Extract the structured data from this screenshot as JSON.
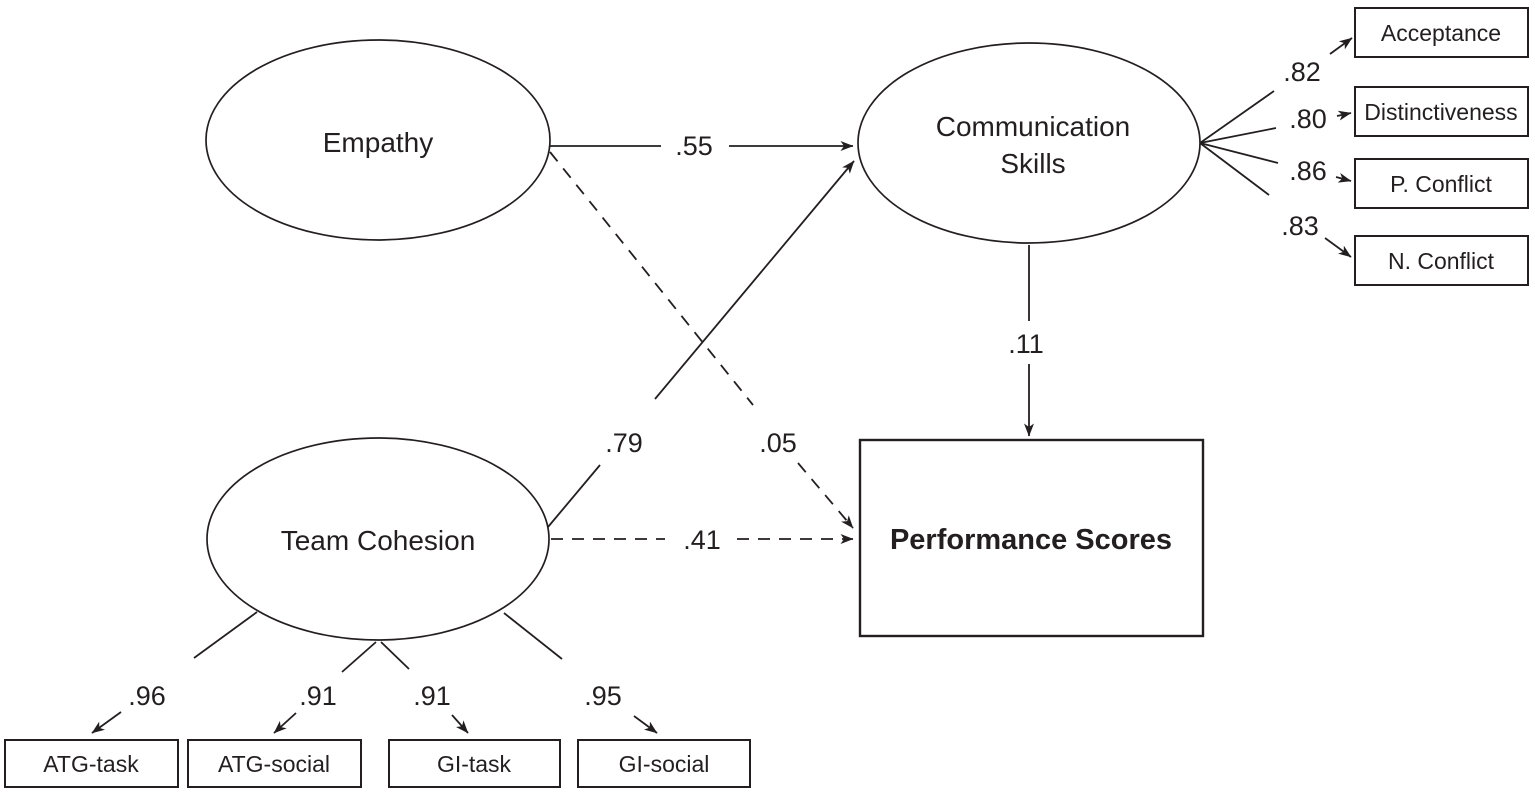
{
  "diagram": {
    "type": "structural-equation-model-path-diagram",
    "colors": {
      "ink": "#231f20",
      "background": "#ffffff"
    },
    "nodes": {
      "empathy": {
        "label": "Empathy"
      },
      "communication": {
        "label_line1": "Communication",
        "label_line2": "Skills"
      },
      "team_cohesion": {
        "label": "Team Cohesion"
      },
      "performance": {
        "label": "Performance Scores"
      }
    },
    "paths": {
      "empathy_to_communication": {
        "coefficient": ".55",
        "style": "solid"
      },
      "team_cohesion_to_communication": {
        "coefficient": ".79",
        "style": "solid"
      },
      "empathy_to_performance": {
        "coefficient": ".05",
        "style": "dashed"
      },
      "team_cohesion_to_performance": {
        "coefficient": ".41",
        "style": "dashed"
      },
      "communication_to_performance": {
        "coefficient": ".11",
        "style": "solid"
      }
    },
    "communication_indicators": [
      {
        "label": "Acceptance",
        "loading": ".82"
      },
      {
        "label": "Distinctiveness",
        "loading": ".80"
      },
      {
        "label": "P. Conflict",
        "loading": ".86"
      },
      {
        "label": "N. Conflict",
        "loading": ".83"
      }
    ],
    "team_cohesion_indicators": [
      {
        "label": "ATG-task",
        "loading": ".96"
      },
      {
        "label": "ATG-social",
        "loading": ".91"
      },
      {
        "label": "GI-task",
        "loading": ".91"
      },
      {
        "label": "GI-social",
        "loading": ".95"
      }
    ]
  }
}
